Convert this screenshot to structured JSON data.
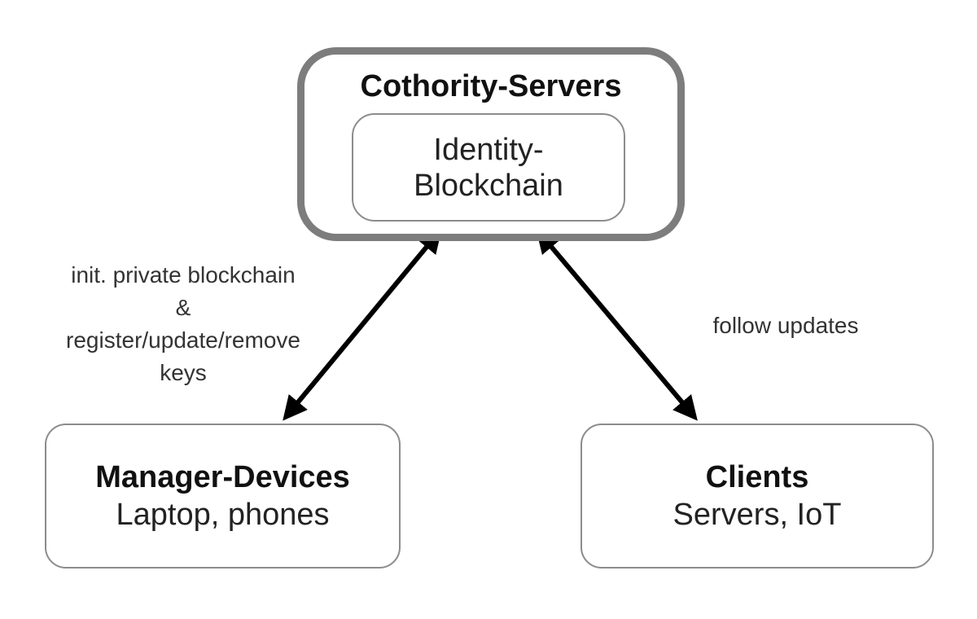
{
  "nodes": {
    "servers": {
      "title": "Cothority-Servers"
    },
    "blockchain": {
      "line1": "Identity-",
      "line2": "Blockchain"
    },
    "manager": {
      "title": "Manager-Devices",
      "subtitle": "Laptop, phones"
    },
    "clients": {
      "title": "Clients",
      "subtitle": "Servers, IoT"
    }
  },
  "edges": {
    "manager_to_servers": {
      "from": "Manager-Devices",
      "to": "Cothority-Servers",
      "direction": "bidirectional",
      "label_lines": [
        "init. private blockchain",
        "&",
        "register/update/remove",
        "keys"
      ]
    },
    "clients_to_servers": {
      "from": "Clients",
      "to": "Cothority-Servers",
      "direction": "bidirectional",
      "label_lines": [
        "follow updates"
      ]
    }
  },
  "colors": {
    "outer_border": "#7d7d7d",
    "inner_border": "#8c8c8c",
    "arrow": "#000000",
    "text": "#111111"
  }
}
